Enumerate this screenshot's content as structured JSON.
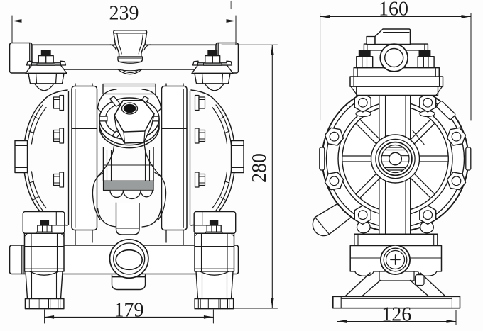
{
  "document": {
    "kind": "engineering-drawing",
    "subject": "Air-operated double diaphragm pump — dimensional drawing",
    "units": "mm",
    "background_color": "#fdfdfd",
    "line_color": "#1b1b1b"
  },
  "drawing": {
    "views": [
      {
        "id": "front-view",
        "description": "front elevation of diaphragm pump with top and bottom manifolds, twin outer chambers, central air valve and mounting feet"
      },
      {
        "id": "side-view",
        "description": "side elevation showing round chamber housing with eight rim bolts, top air valve assembly and base stand"
      }
    ],
    "dimensions": {
      "overall_width": {
        "value": "239",
        "orientation": "horizontal",
        "location": "top of front view"
      },
      "overall_height": {
        "value": "280",
        "orientation": "vertical",
        "location": "between the two views"
      },
      "foot_spacing": {
        "value": "179",
        "orientation": "horizontal",
        "location": "bottom of front view"
      },
      "side_width": {
        "value": "160",
        "orientation": "horizontal",
        "location": "top of side view"
      },
      "base_width": {
        "value": "126",
        "orientation": "horizontal",
        "location": "bottom of side view"
      }
    }
  }
}
